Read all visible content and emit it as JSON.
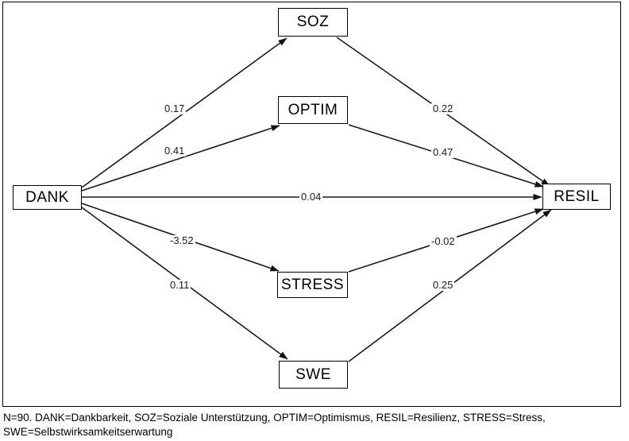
{
  "figure": {
    "type": "path-diagram",
    "nodes": [
      {
        "id": "dank",
        "label": "DANK"
      },
      {
        "id": "soz",
        "label": "SOZ"
      },
      {
        "id": "optim",
        "label": "OPTIM"
      },
      {
        "id": "stress",
        "label": "STRESS"
      },
      {
        "id": "swe",
        "label": "SWE"
      },
      {
        "id": "resil",
        "label": "RESIL"
      }
    ],
    "paths": [
      {
        "id": "dank-soz",
        "from": "DANK",
        "to": "SOZ",
        "coefficient": "0.17"
      },
      {
        "id": "dank-optim",
        "from": "DANK",
        "to": "OPTIM",
        "coefficient": "0.41"
      },
      {
        "id": "dank-resil",
        "from": "DANK",
        "to": "RESIL",
        "coefficient": "0.04"
      },
      {
        "id": "dank-stress",
        "from": "DANK",
        "to": "STRESS",
        "coefficient": "-3.52"
      },
      {
        "id": "dank-swe",
        "from": "DANK",
        "to": "SWE",
        "coefficient": "0.11"
      },
      {
        "id": "soz-resil",
        "from": "SOZ",
        "to": "RESIL",
        "coefficient": "0.22"
      },
      {
        "id": "optim-resil",
        "from": "OPTIM",
        "to": "RESIL",
        "coefficient": "0.47"
      },
      {
        "id": "stress-resil",
        "from": "STRESS",
        "to": "RESIL",
        "coefficient": "-0.02"
      },
      {
        "id": "swe-resil",
        "from": "SWE",
        "to": "RESIL",
        "coefficient": "0.25"
      }
    ],
    "line_color": "#1a1a1a",
    "box_border_color": "#000000",
    "background_color": "#ffffff"
  },
  "caption": {
    "line1": "N=90. DANK=Dankbarkeit, SOZ=Soziale Unterstützung, OPTIM=Optimismus, RESIL=Resilienz, STRESS=Stress,",
    "line2": "SWE=Selbstwirksamkeitserwartung"
  },
  "chart_data": {
    "type": "diagram",
    "title": "",
    "nodes": [
      "DANK",
      "SOZ",
      "OPTIM",
      "STRESS",
      "SWE",
      "RESIL"
    ],
    "edges": [
      {
        "source": "DANK",
        "target": "SOZ",
        "value": 0.17
      },
      {
        "source": "DANK",
        "target": "OPTIM",
        "value": 0.41
      },
      {
        "source": "DANK",
        "target": "RESIL",
        "value": 0.04
      },
      {
        "source": "DANK",
        "target": "STRESS",
        "value": -3.52
      },
      {
        "source": "DANK",
        "target": "SWE",
        "value": 0.11
      },
      {
        "source": "SOZ",
        "target": "RESIL",
        "value": 0.22
      },
      {
        "source": "OPTIM",
        "target": "RESIL",
        "value": 0.47
      },
      {
        "source": "STRESS",
        "target": "RESIL",
        "value": -0.02
      },
      {
        "source": "SWE",
        "target": "RESIL",
        "value": 0.25
      }
    ],
    "sample_size": 90
  }
}
